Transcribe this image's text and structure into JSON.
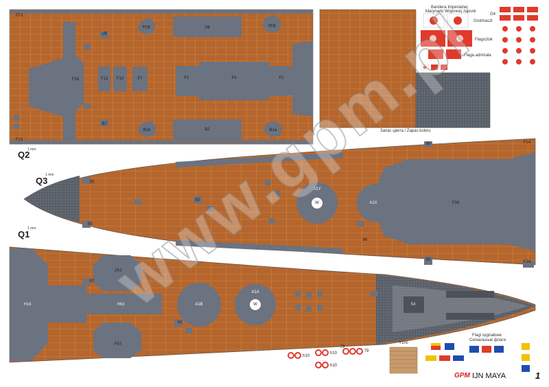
{
  "labels": {
    "q2": "Q2",
    "q3": "Q3",
    "q1": "Q1",
    "mm": "1 mm",
    "f23": "F23",
    "f22": "F22",
    "f16": "F16",
    "f13": "F13",
    "f10": "F10",
    "f7": "F7",
    "f1a": "F1",
    "f4": "F4",
    "f1b": "F1",
    "b7a": "B7",
    "b7b": "B7",
    "b1a": "B1a",
    "b1b": "B1b",
    "b1c": "B1b",
    "b1d": "B1a",
    "b2a": "B2",
    "b2b": "B2",
    "f24a": "F24",
    "f24b": "F24",
    "f34": "F34",
    "a1y": "A1Y",
    "a1x": "A1X",
    "a1a": "A1A",
    "a1b": "A1B",
    "h63": "H63",
    "h16": "H16",
    "f67a": "F67",
    "f67b": "F67",
    "w1": "W",
    "w2": "W",
    "n62a": "62",
    "n62b": "62",
    "n62c": "62",
    "n50a": "50",
    "n50b": "50",
    "n50c": "50",
    "n05": "05",
    "n54": "54",
    "n66": "66",
    "y10c": "Y10c",
    "h10a": "h10",
    "h10b": "h10",
    "h10c": "h10",
    "n79a": "79",
    "n79b": "79"
  },
  "flags_panel": {
    "bandera_line1": "Bandera Imperialnej",
    "bandera_line2": "Marynarki Wojennej Japonii",
    "grotmaszt": "Grotmaszt",
    "flagsztok": "Flagsztok",
    "flaga_admirala": "Flaga admirała",
    "g4": "G4",
    "zapas": "Запас цвета / Zapas koloru",
    "signal_line1": "Flagi sygnałowe",
    "signal_line2": "Сигнальные флаги"
  },
  "watermark": "www.gpm.pl",
  "footer": {
    "logo": "GPM",
    "title": "IJN MAYA",
    "page_number": "1"
  },
  "colors": {
    "deck_wood": "#b5662e",
    "deck_gray": "#6b7280",
    "plank_line": "#e2a445",
    "anti_slip": "#5b616b",
    "flag_red": "#e03a2c"
  }
}
